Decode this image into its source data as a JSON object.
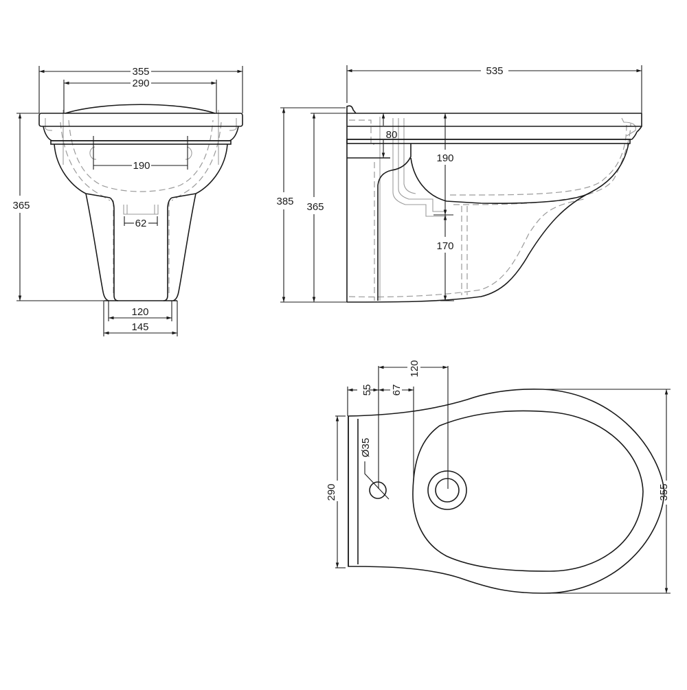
{
  "drawing": {
    "subject": "Wall-hung bidet technical drawing",
    "colors": {
      "outline": "#1a1a1a",
      "hidden_lines": "#9a9a9a",
      "background": "#ffffff"
    }
  },
  "front_view": {
    "dims": {
      "overall_width": "355",
      "rim_width": "290",
      "fixing_centres": "190",
      "waste_width": "62",
      "overall_height": "365",
      "foot_inner_width": "120",
      "foot_outer_width": "145"
    }
  },
  "side_view": {
    "dims": {
      "overall_depth": "535",
      "overall_height": "385",
      "body_height": "365",
      "rim_to_fixing": "80",
      "rim_to_waste": "190",
      "waste_to_floor": "170"
    }
  },
  "plan_view": {
    "dims": {
      "wall_to_tap_hole": "55",
      "tap_hole_to_bowl": "67",
      "tap_to_waste": "120",
      "tap_hole_diameter": "Ø35",
      "back_width": "290",
      "overall_width": "355"
    }
  }
}
